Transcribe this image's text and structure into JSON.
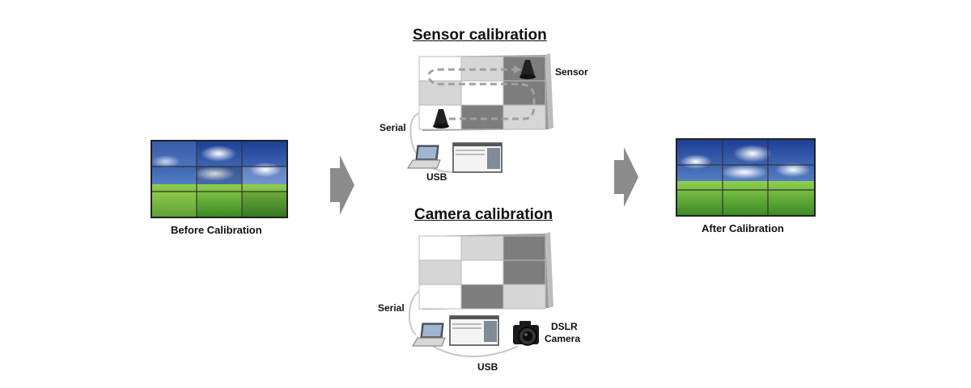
{
  "before": {
    "label": "Before Calibration"
  },
  "after": {
    "label": "After Calibration"
  },
  "sensor_section": {
    "title": "Sensor  calibration",
    "sensor_label": "Sensor",
    "serial_label": "Serial",
    "usb_label": "USB"
  },
  "camera_section": {
    "title": "Camera calibration",
    "serial_label": "Serial",
    "usb_label": "USB",
    "camera_label_line1": "DSLR",
    "camera_label_line2": "Camera"
  },
  "colors": {
    "arrow": "#8c8c8c",
    "grid_dark": "#7a7a7a",
    "grid_light": "#d8d8d8",
    "sky": "#2f5fb0",
    "grass": "#5aa53a"
  }
}
